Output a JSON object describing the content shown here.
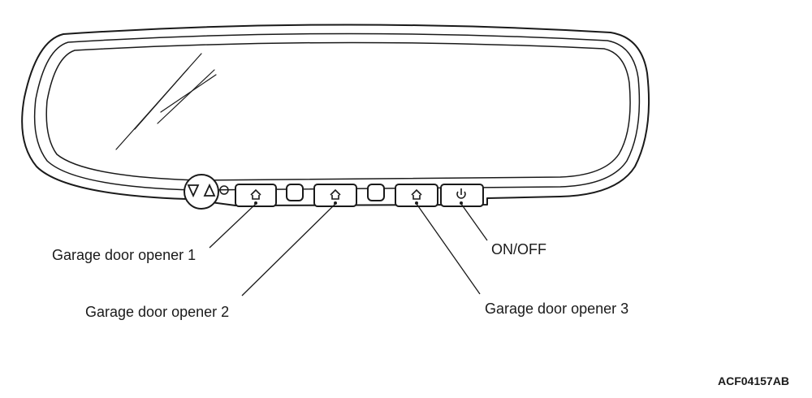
{
  "figure": {
    "labels": {
      "opener1": "Garage door opener 1",
      "opener2": "Garage door opener 2",
      "opener3": "Garage door opener 3",
      "onoff": "ON/OFF"
    },
    "figure_code": "ACF04157AB"
  },
  "icons": {
    "garage_button": "garage-house-icon",
    "power_button": "power-icon",
    "auto_dim_buttons": "triangle-down-up-icon",
    "sensor": "light-sensor-icon"
  }
}
